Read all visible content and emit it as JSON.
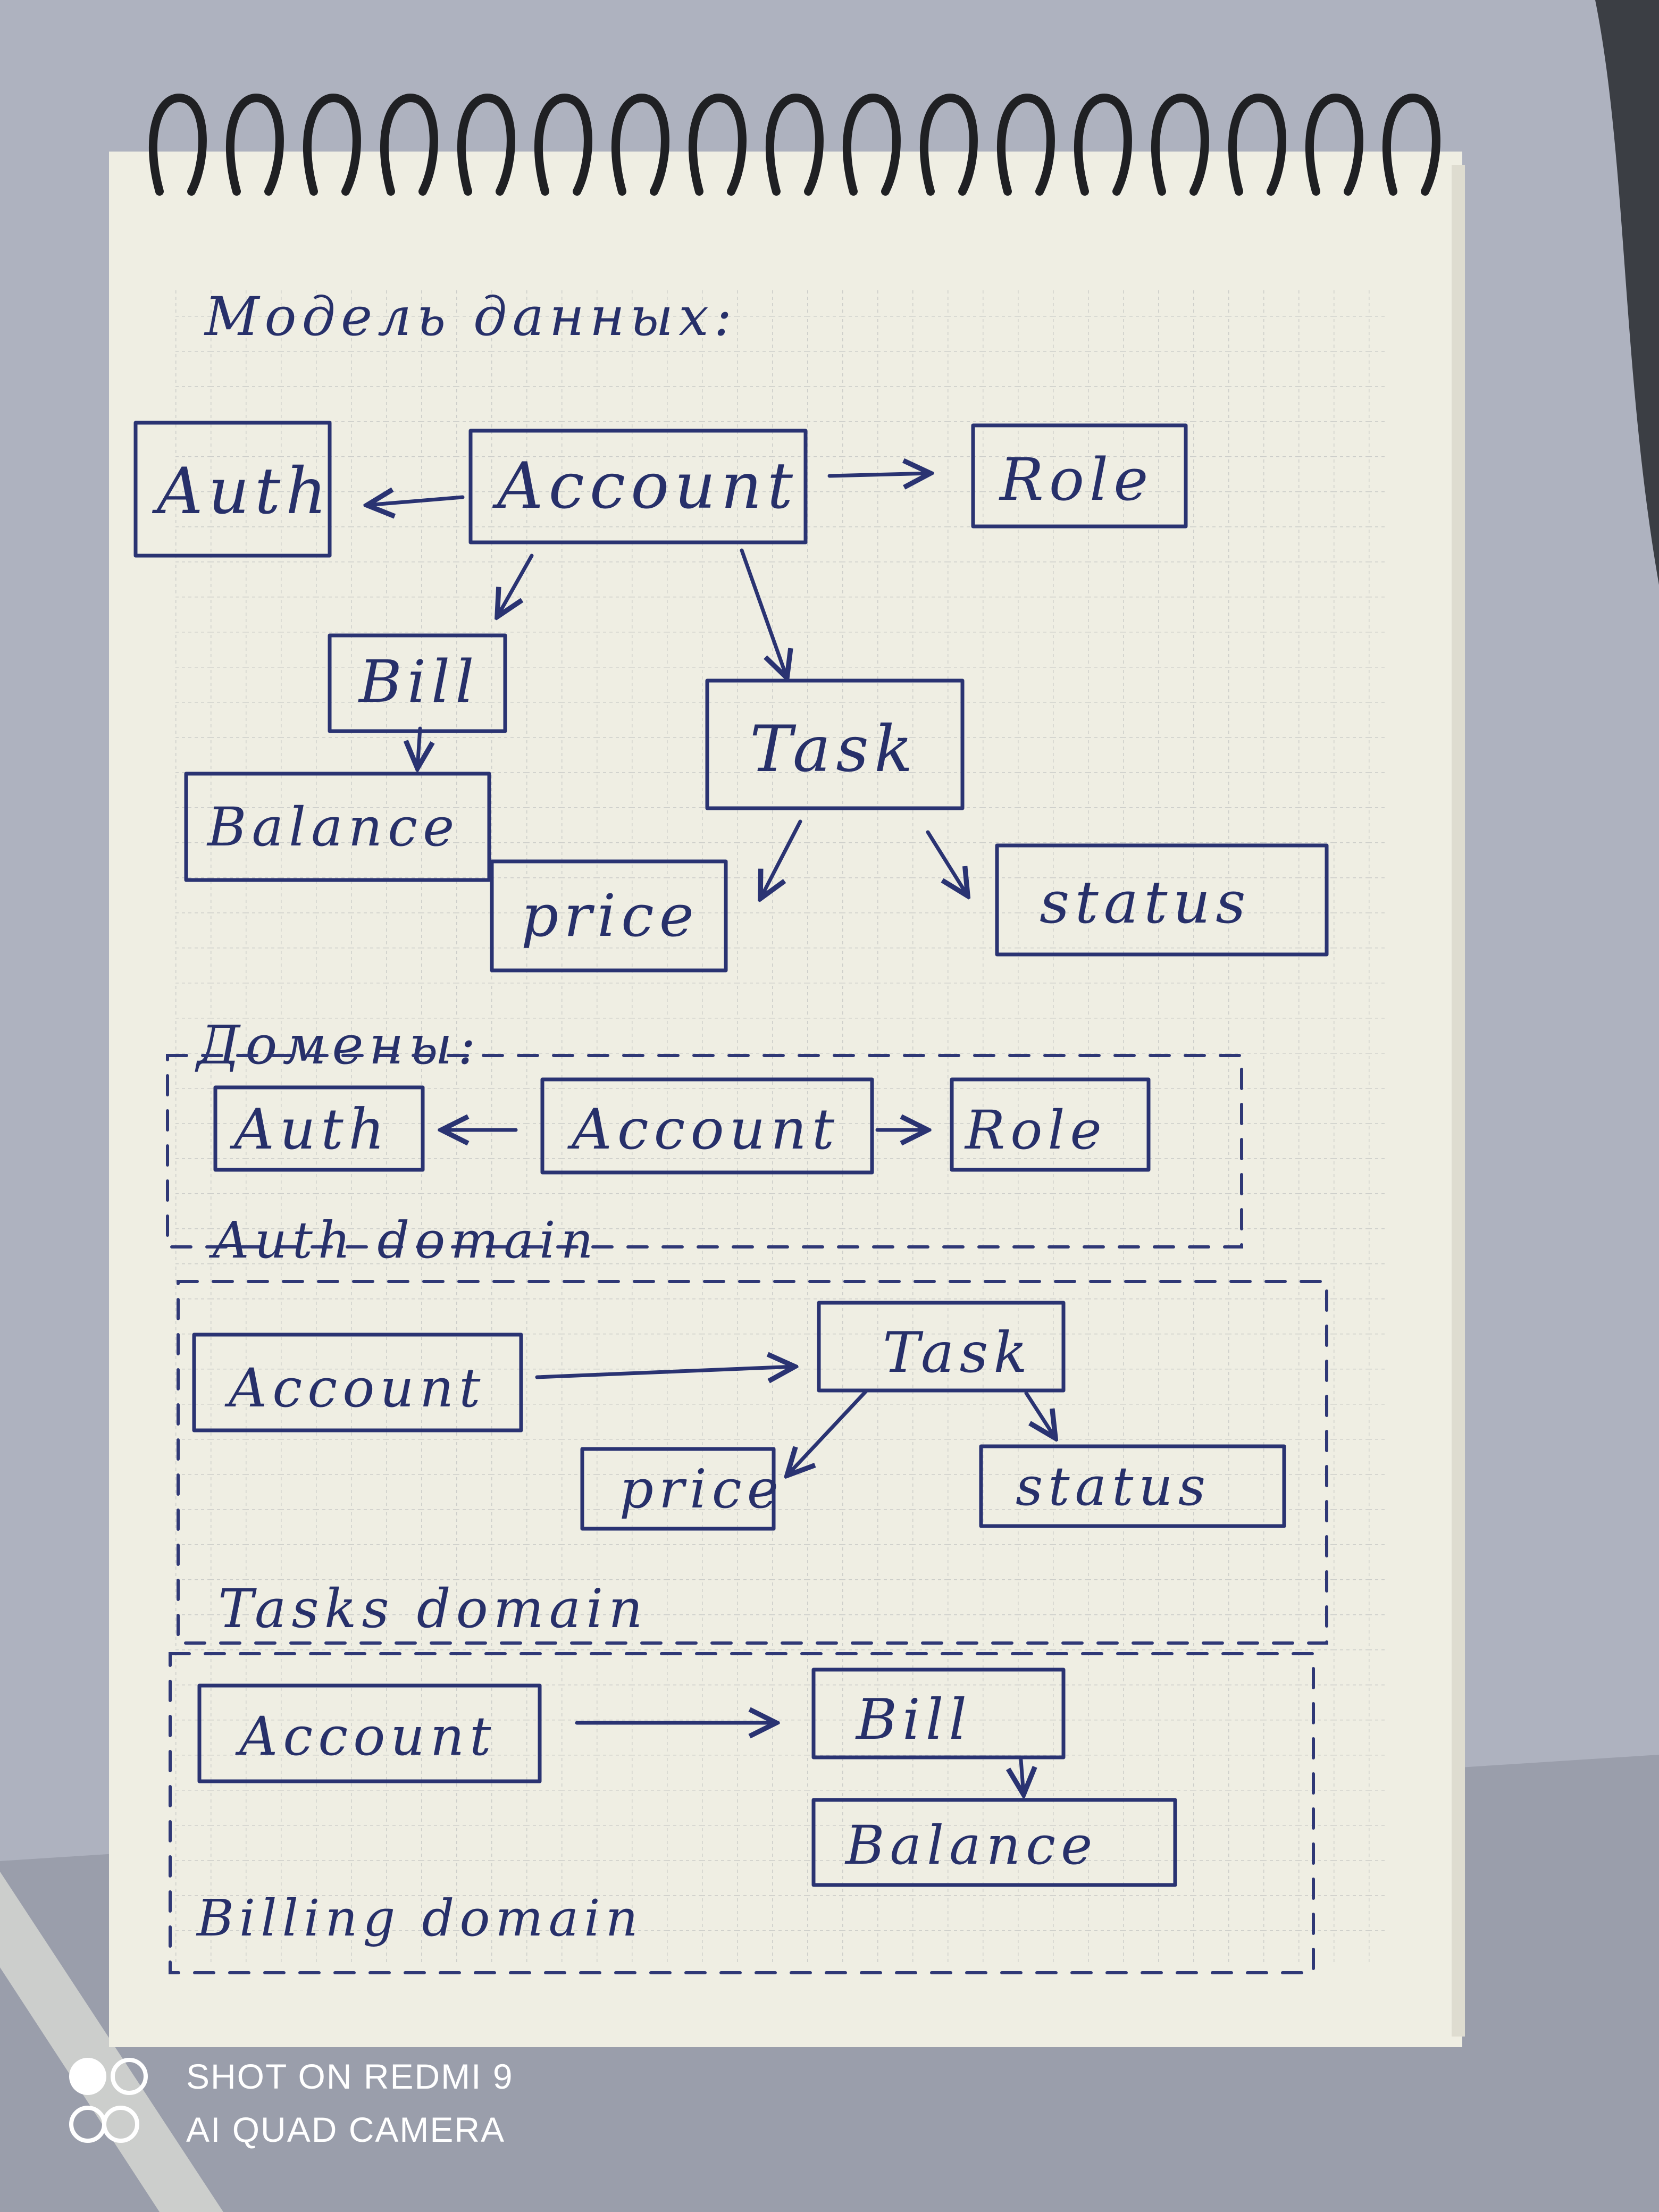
{
  "header": {
    "title": "Модель данных:"
  },
  "model": {
    "auth": "Auth",
    "account": "Account",
    "role": "Role",
    "bill": "Bill",
    "balance": "Balance",
    "task": "Task",
    "price": "price",
    "status": "status"
  },
  "domains": {
    "title": "Домены:",
    "auth": {
      "label": "Auth domain",
      "auth": "Auth",
      "account": "Account",
      "role": "Role"
    },
    "tasks": {
      "label": "Tasks domain",
      "account": "Account",
      "task": "Task",
      "price": "price",
      "status": "status"
    },
    "billing": {
      "label": "Billing domain",
      "account": "Account",
      "bill": "Bill",
      "balance": "Balance"
    }
  },
  "watermark": {
    "line1": "SHOT ON REDMI 9",
    "line2": "AI QUAD CAMERA"
  },
  "colors": {
    "ink": "#27306a",
    "paper": "#efeee4",
    "grid": "#c9cac8",
    "desk": "#a9adba"
  }
}
